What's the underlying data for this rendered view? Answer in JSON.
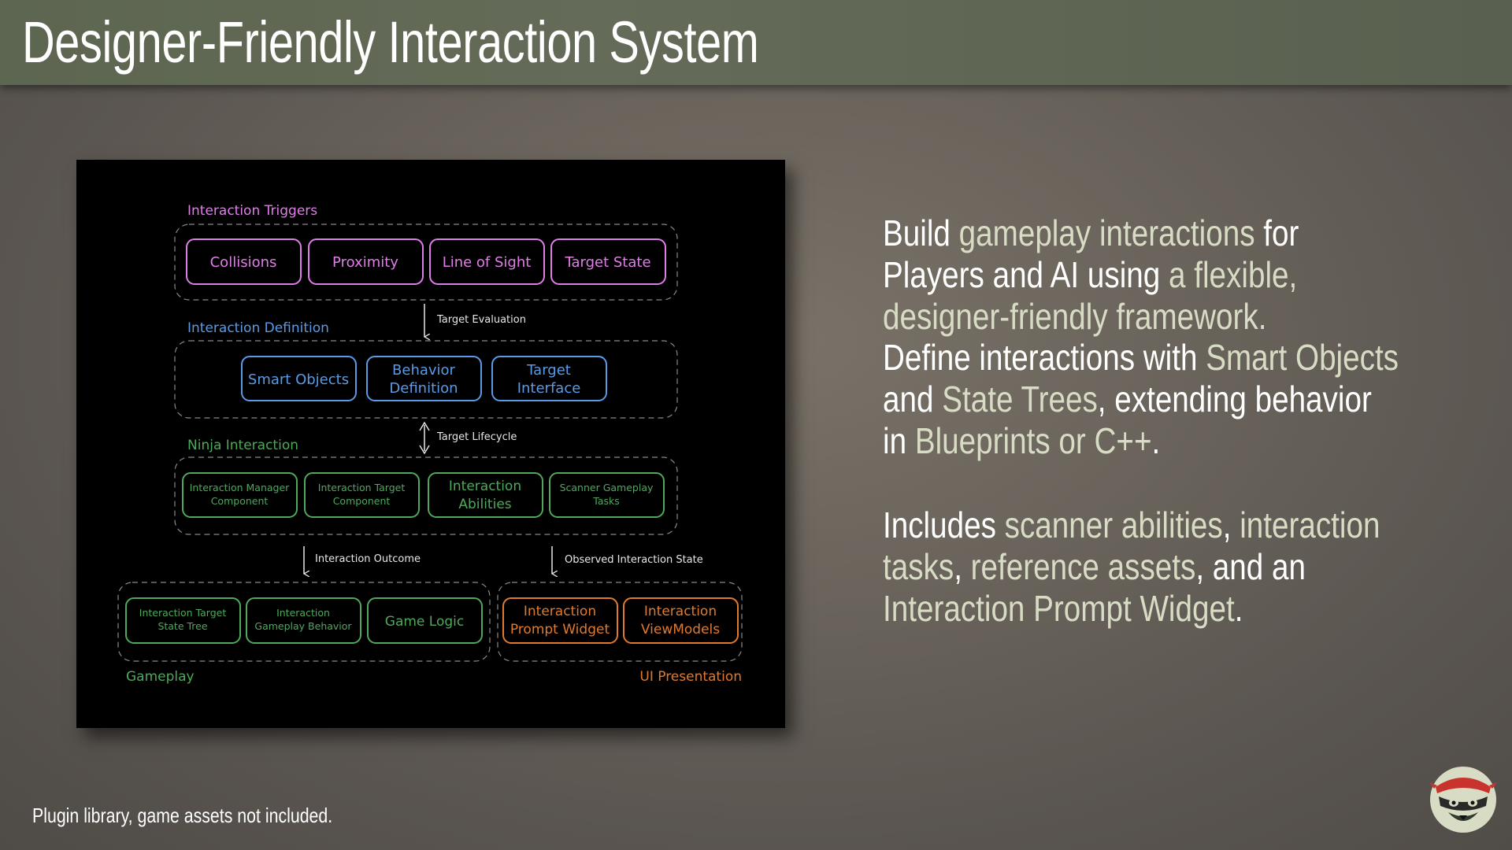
{
  "title": "Designer-Friendly Interaction System",
  "diagram": {
    "triggers": {
      "label": "Interaction Triggers",
      "items": [
        "Collisions",
        "Proximity",
        "Line of Sight",
        "Target State"
      ]
    },
    "arrow1": "Target Evaluation",
    "definition": {
      "label": "Interaction Definition",
      "items": [
        [
          "Smart Objects"
        ],
        [
          "Behavior",
          "Definition"
        ],
        [
          "Target",
          "Interface"
        ]
      ]
    },
    "arrow2": "Target Lifecycle",
    "ninja": {
      "label": "Ninja Interaction",
      "items": [
        [
          "Interaction Manager",
          "Component"
        ],
        [
          "Interaction Target",
          "Component"
        ],
        [
          "Interaction",
          "Abilities"
        ],
        [
          "Scanner Gameplay",
          "Tasks"
        ]
      ]
    },
    "arrow3": "Interaction Outcome",
    "arrow4": "Observed Interaction State",
    "gameplay": {
      "label": "Gameplay",
      "items": [
        [
          "Interaction Target",
          "State Tree"
        ],
        [
          "Interaction",
          "Gameplay Behavior"
        ],
        [
          "Game Logic"
        ]
      ]
    },
    "ui": {
      "label": "UI Presentation",
      "items": [
        [
          "Interaction",
          "Prompt Widget"
        ],
        [
          "Interaction",
          "ViewModels"
        ]
      ]
    }
  },
  "paragraphs": [
    [
      {
        "t": "Build ",
        "h": false
      },
      {
        "t": "gameplay interactions",
        "h": true
      },
      {
        "t": " for Players and AI using ",
        "h": false
      },
      {
        "t": "a flexible, designer-friendly framework.",
        "h": true
      }
    ],
    [
      {
        "t": "Define interactions with ",
        "h": false
      },
      {
        "t": "Smart Objects",
        "h": true
      },
      {
        "t": " and ",
        "h": false
      },
      {
        "t": "State Trees",
        "h": true
      },
      {
        "t": ", extending behavior in ",
        "h": false
      },
      {
        "t": "Blueprints or C++",
        "h": true
      },
      {
        "t": ".",
        "h": false
      }
    ],
    [
      {
        "t": "Includes ",
        "h": false
      },
      {
        "t": "scanner abilities",
        "h": true
      },
      {
        "t": ", ",
        "h": false
      },
      {
        "t": "interaction tasks",
        "h": true
      },
      {
        "t": ", ",
        "h": false
      },
      {
        "t": "reference assets",
        "h": true
      },
      {
        "t": ", and an ",
        "h": false
      },
      {
        "t": "Interaction Prompt Widget",
        "h": true
      },
      {
        "t": ".",
        "h": false
      }
    ]
  ],
  "footnote": "Plugin library, game assets not included.",
  "colors": {
    "triggers": "#e07ee8",
    "definition": "#5a9be8",
    "ninja": "#4fa85c",
    "ui": "#e07a2e",
    "arrow": "#e8e8e8",
    "highlight": "#d8dcc4",
    "title_bar": "#606752"
  },
  "logo_icon": "raccoon-ninja-logo"
}
